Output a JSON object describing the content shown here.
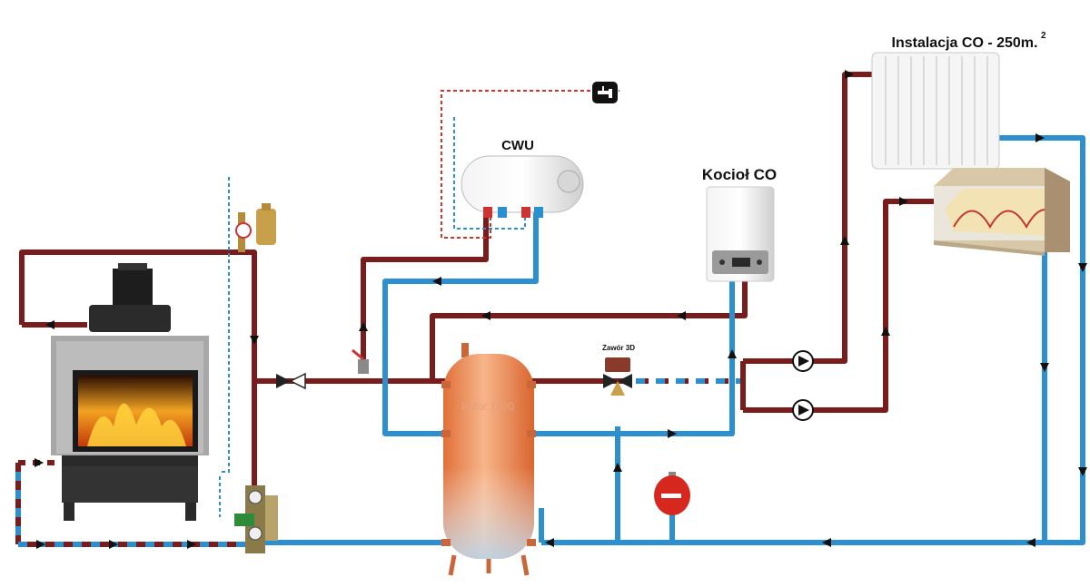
{
  "labels": {
    "heating_installation": "Instalacja CO - 250m.",
    "superscript": "2",
    "cwu": "CWU",
    "boiler": "Kocioł CO",
    "valve3d": "Zawór 3D",
    "buffer": "Bufor 1000"
  },
  "colors": {
    "hot_pipe": "#7a1c1c",
    "cold_pipe": "#2b8fd0",
    "return_dashed_red": "#d9302c",
    "tank": "#f0905a",
    "expansion_vessel": "#d6281f"
  },
  "icons": {
    "tap": "tap-icon",
    "pump": "pump-icon",
    "radiator": "radiator-icon",
    "floor_heating": "floor-heating-icon",
    "fireplace": "fireplace-icon",
    "water_heater": "water-heater-icon",
    "gas_boiler": "gas-boiler-icon",
    "buffer_tank": "buffer-tank-icon",
    "expansion_vessel": "expansion-vessel-icon",
    "check_valve": "check-valve-icon",
    "safety_group": "safety-group-icon",
    "pump_group": "pump-group-icon"
  }
}
